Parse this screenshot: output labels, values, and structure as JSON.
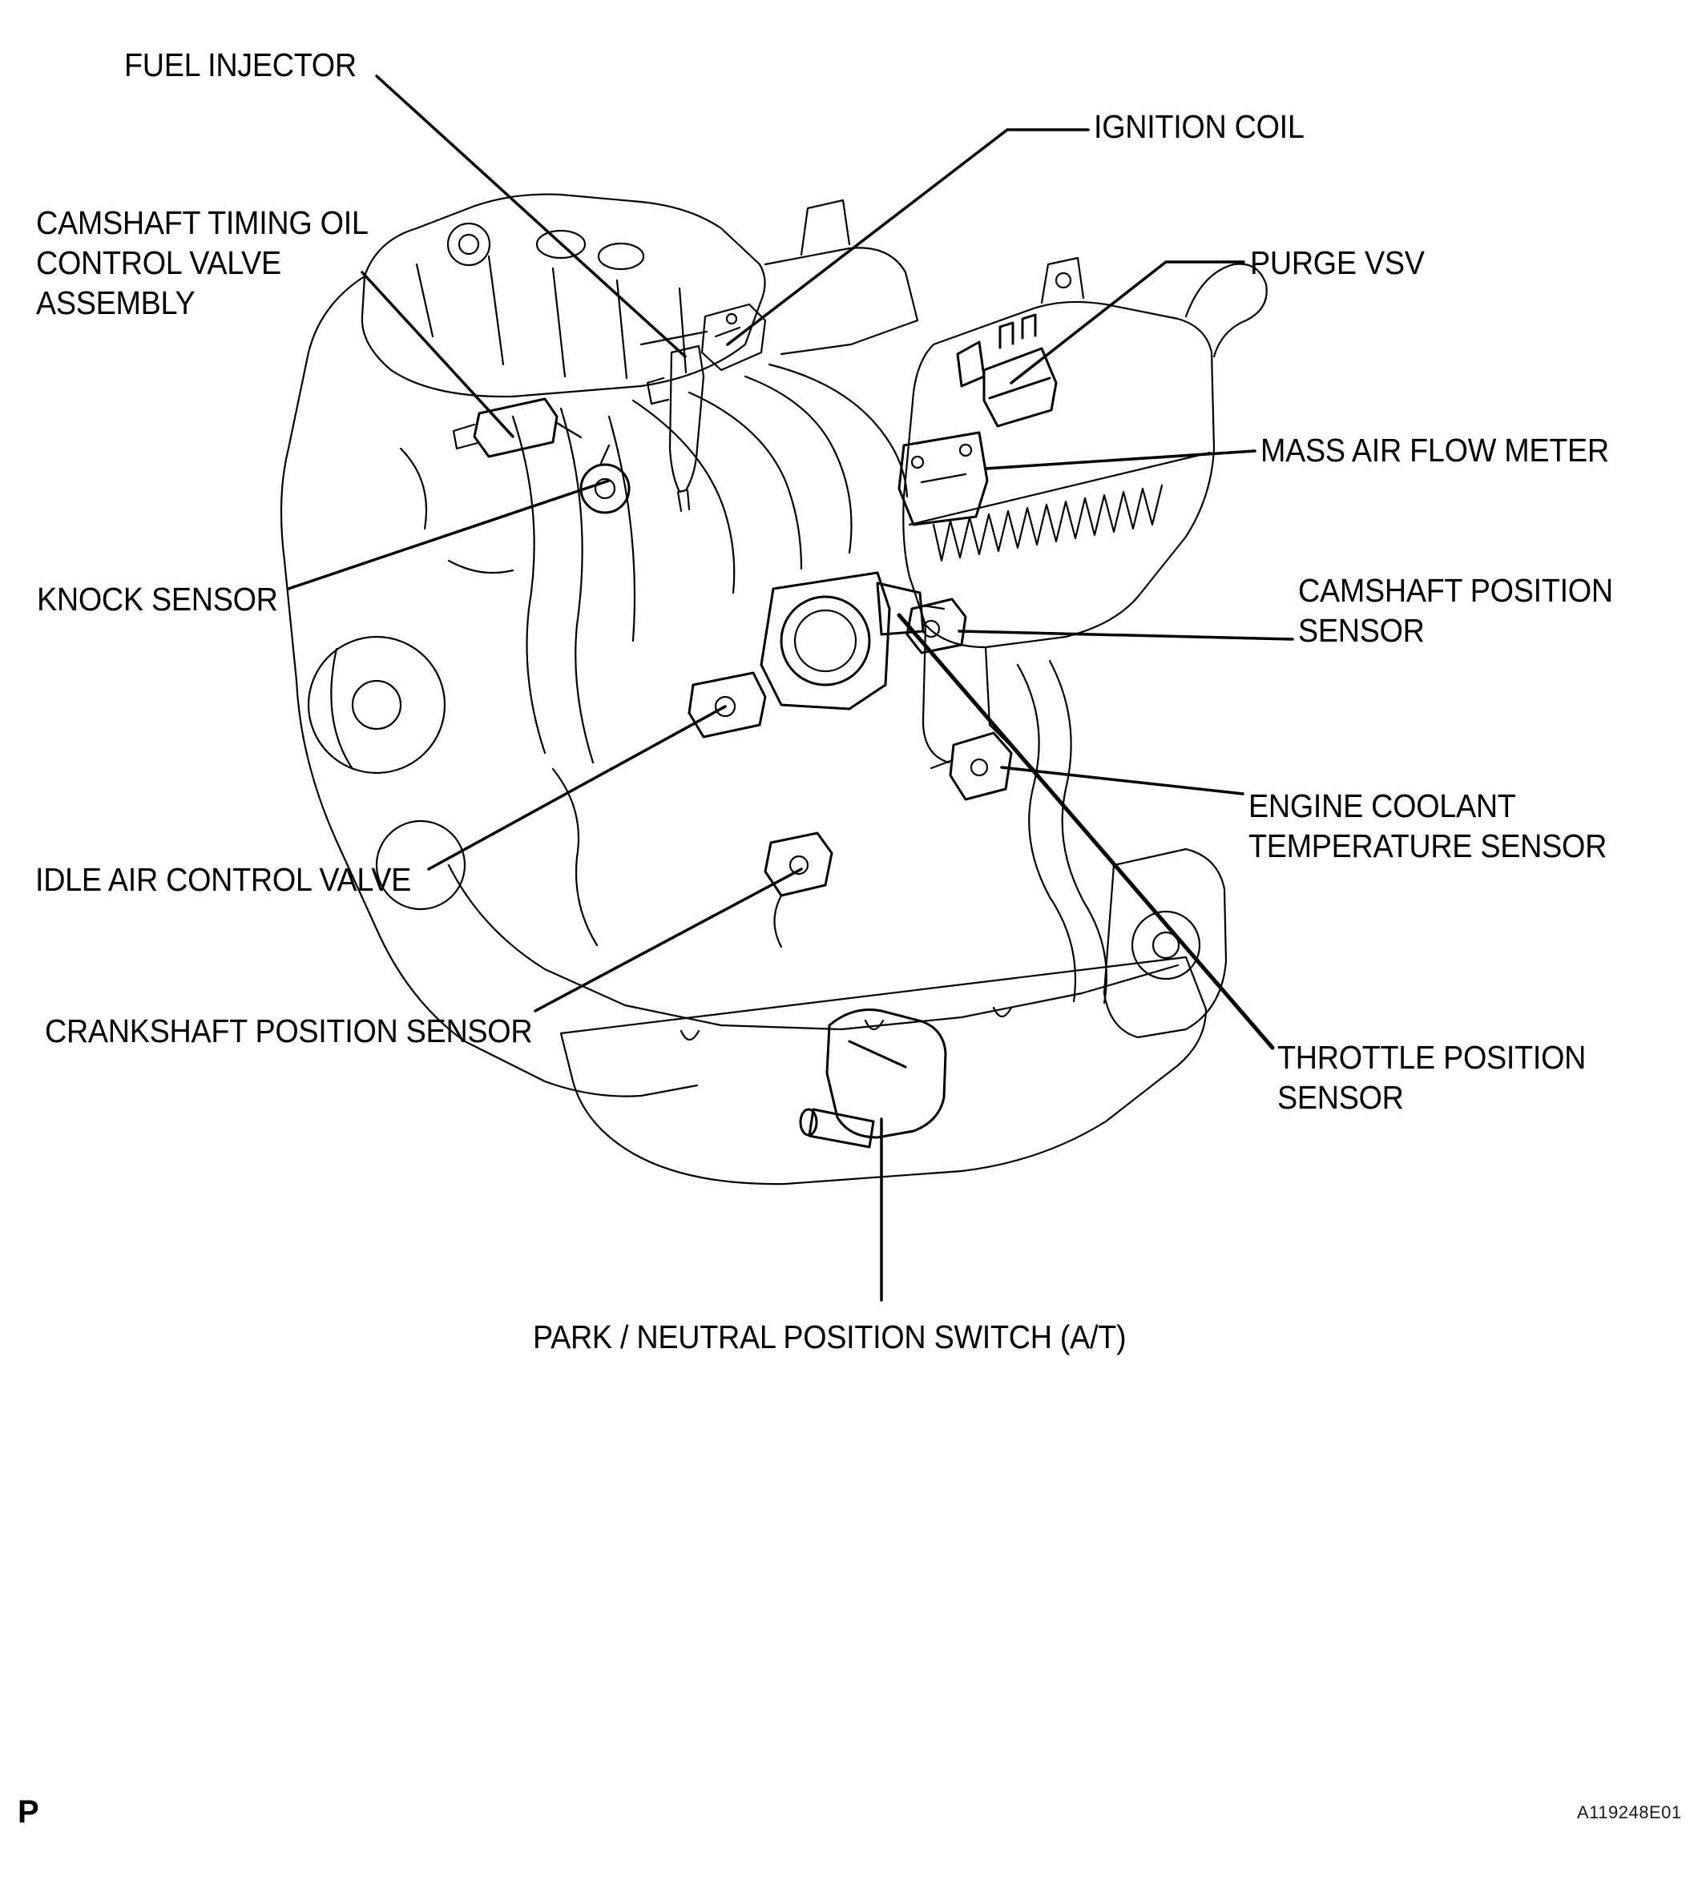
{
  "page": {
    "marker": "P",
    "figure_id": "A119248E01"
  },
  "callouts": {
    "fuel_injector": {
      "label": "FUEL INJECTOR"
    },
    "ignition_coil": {
      "label": "IGNITION COIL"
    },
    "camshaft_timing_oil_control_valve_assembly": {
      "label": "CAMSHAFT TIMING OIL\nCONTROL VALVE\nASSEMBLY"
    },
    "purge_vsv": {
      "label": "PURGE VSV"
    },
    "mass_air_flow_meter": {
      "label": "MASS AIR FLOW METER"
    },
    "knock_sensor": {
      "label": "KNOCK SENSOR"
    },
    "camshaft_position_sensor": {
      "label": "CAMSHAFT POSITION\nSENSOR"
    },
    "engine_coolant_temperature_sensor": {
      "label": "ENGINE COOLANT\nTEMPERATURE SENSOR"
    },
    "idle_air_control_valve": {
      "label": "IDLE AIR CONTROL VALVE"
    },
    "crankshaft_position_sensor": {
      "label": "CRANKSHAFT POSITION SENSOR"
    },
    "throttle_position_sensor": {
      "label": "THROTTLE POSITION\nSENSOR"
    },
    "park_neutral_position_switch": {
      "label": "PARK / NEUTRAL POSITION SWITCH (A/T)"
    }
  }
}
